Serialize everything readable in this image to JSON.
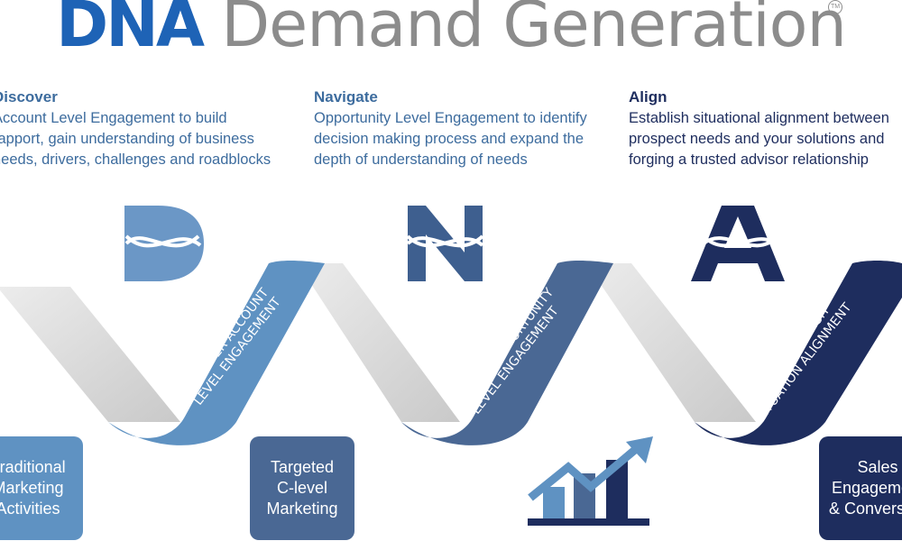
{
  "title": {
    "brand": "DNA",
    "rest": "Demand Generation",
    "tm": "TM"
  },
  "phases": [
    {
      "heading": "Discover",
      "text": "Account Level Engagement to build\nrapport, gain understanding of business\nneeds, drivers, challenges and roadblocks"
    },
    {
      "heading": "Navigate",
      "text": "Opportunity Level Engagement to identify\ndecision making process and expand the\ndepth of understanding of needs"
    },
    {
      "heading": "Align",
      "text": "Establish situational alignment between\nprospect needs and your solutions and\nforging a trusted advisor relationship"
    }
  ],
  "ribbon_labels": [
    "DISCOVER ACCOUNT\nLEVEL ENGAGEMENT",
    "NAVIGATE OPPORTUNITY\nLEVEL ENGAGEMENT",
    "ALIGN ESTABLISH\nSITUATION ALIGNMENT"
  ],
  "boxes": [
    "Traditional\nMarketing\nActivities",
    "Targeted\nC-level\nMarketing",
    "Sales\nEngagement\n& Conversion"
  ],
  "icons": {
    "letters": [
      "D",
      "N",
      "A"
    ],
    "letter_names": [
      "dna-letter-d-icon",
      "dna-letter-n-icon",
      "dna-letter-a-icon"
    ],
    "chart": "growth-chart-icon"
  },
  "colors": {
    "brand_blue": "#1e63b6",
    "grey": "#8c8c8c",
    "discover": "#5f92c2",
    "navigate": "#4a6894",
    "align": "#1e2d5e",
    "ribbon_back": "#d4d4d4"
  }
}
